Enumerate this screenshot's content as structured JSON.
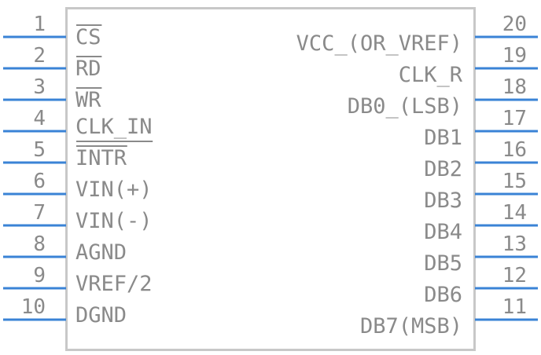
{
  "component": {
    "left_pins": [
      {
        "number": "1",
        "name": "CS",
        "overbar": "CS"
      },
      {
        "number": "2",
        "name": "RD",
        "overbar": "RD"
      },
      {
        "number": "3",
        "name": "WR",
        "overbar": "WR"
      },
      {
        "number": "4",
        "name": "CLK_IN",
        "overbar": ""
      },
      {
        "number": "5",
        "name": "INTR",
        "overbar": "INTR"
      },
      {
        "number": "6",
        "name": "VIN(+)",
        "overbar": ""
      },
      {
        "number": "7",
        "name": "VIN(-)",
        "overbar": ""
      },
      {
        "number": "8",
        "name": "AGND",
        "overbar": ""
      },
      {
        "number": "9",
        "name": "VREF/2",
        "overbar": ""
      },
      {
        "number": "10",
        "name": "DGND",
        "overbar": ""
      }
    ],
    "right_pins": [
      {
        "number": "20",
        "name": "VCC_(OR_VREF)"
      },
      {
        "number": "19",
        "name": "CLK_R"
      },
      {
        "number": "18",
        "name": "DB0_(LSB)"
      },
      {
        "number": "17",
        "name": "DB1"
      },
      {
        "number": "16",
        "name": "DB2"
      },
      {
        "number": "15",
        "name": "DB3"
      },
      {
        "number": "14",
        "name": "DB4"
      },
      {
        "number": "13",
        "name": "DB5"
      },
      {
        "number": "12",
        "name": "DB6"
      },
      {
        "number": "11",
        "name": "DB7(MSB)"
      }
    ]
  },
  "colors": {
    "body_outline": "#c8c8c8",
    "pin_line": "#3a83d6",
    "text": "#8a8a8a",
    "background": "#ffffff"
  }
}
